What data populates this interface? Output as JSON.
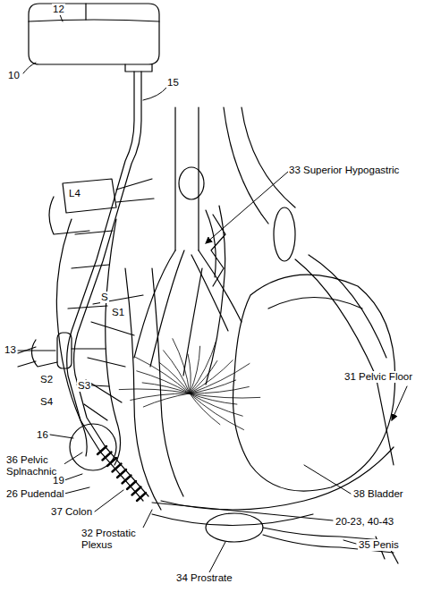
{
  "diagram": {
    "labels": [
      "12",
      "10",
      "15",
      "L4",
      "33 Superior Hypogastric",
      "S",
      "S1",
      "13",
      "S2",
      "S3",
      "S4",
      "31 Pelvic Floor",
      "16",
      "36 Pelvic Splnachnic",
      "19",
      "26 Pudendal",
      "37 Colon",
      "38 Bladder",
      "20-23, 40-43",
      "35 Penis",
      "32 Prostatic Plexus",
      "34 Prostrate"
    ]
  }
}
